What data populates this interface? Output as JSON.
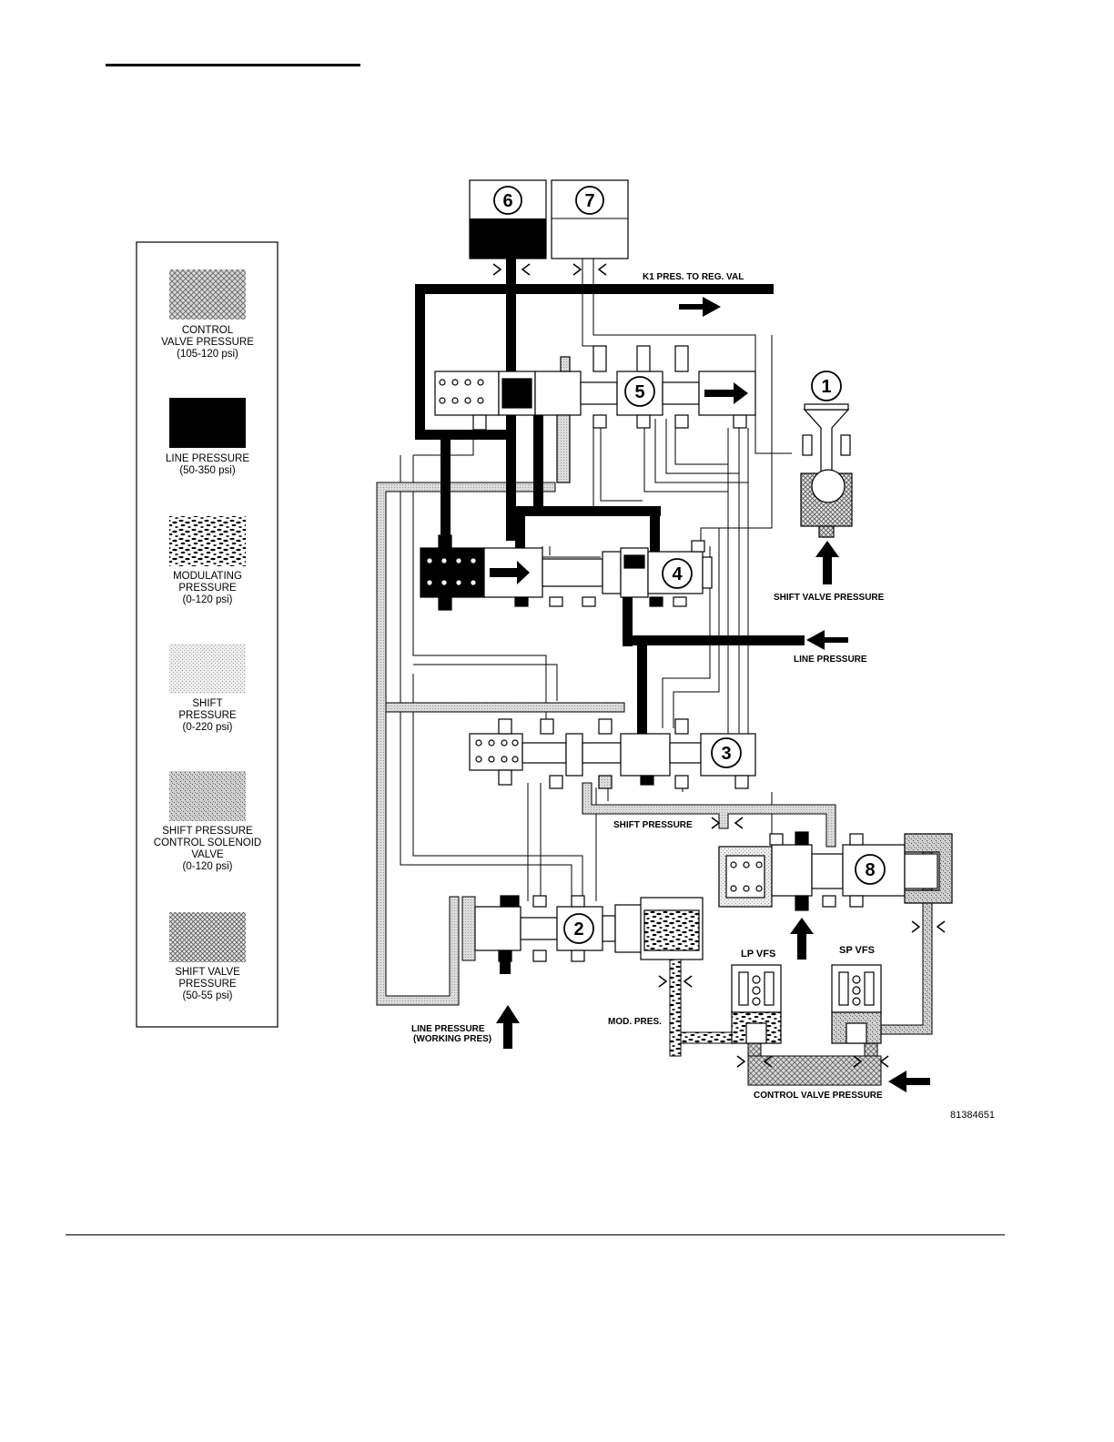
{
  "legend": {
    "items": [
      {
        "pattern": "crosshatch",
        "lines": [
          "CONTROL",
          "VALVE PRESSURE",
          "(105-120 psi)"
        ]
      },
      {
        "pattern": "solid",
        "lines": [
          "LINE PRESSURE",
          "(50-350 psi)"
        ]
      },
      {
        "pattern": "blotch",
        "lines": [
          "MODULATING",
          "PRESSURE",
          "(0-120 psi)"
        ]
      },
      {
        "pattern": "fine-dots",
        "lines": [
          "SHIFT",
          "PRESSURE",
          "(0-220 psi)"
        ]
      },
      {
        "pattern": "stipple",
        "lines": [
          "SHIFT PRESSURE",
          "CONTROL SOLENOID",
          "VALVE",
          "(0-120 psi)"
        ]
      },
      {
        "pattern": "diamond",
        "lines": [
          "SHIFT VALVE",
          "PRESSURE",
          "(50-55 psi)"
        ]
      }
    ]
  },
  "diagram": {
    "callouts": [
      "1",
      "2",
      "3",
      "4",
      "5",
      "6",
      "7",
      "8"
    ],
    "labels": {
      "k1": "K1 PRES. TO REG. VAL",
      "shift_valve_pressure": "SHIFT VALVE PRESSURE",
      "line_pressure_right": "LINE PRESSURE",
      "shift_pressure": "SHIFT  PRESSURE",
      "lp_vfs": "LP VFS",
      "sp_vfs": "SP VFS",
      "line_pressure_working_1": "LINE PRESSURE",
      "line_pressure_working_2": "(WORKING PRES)",
      "mod_pres": "MOD. PRES.",
      "control_valve_pressure": "CONTROL VALVE PRESSURE",
      "figure_id": "81384651"
    }
  }
}
